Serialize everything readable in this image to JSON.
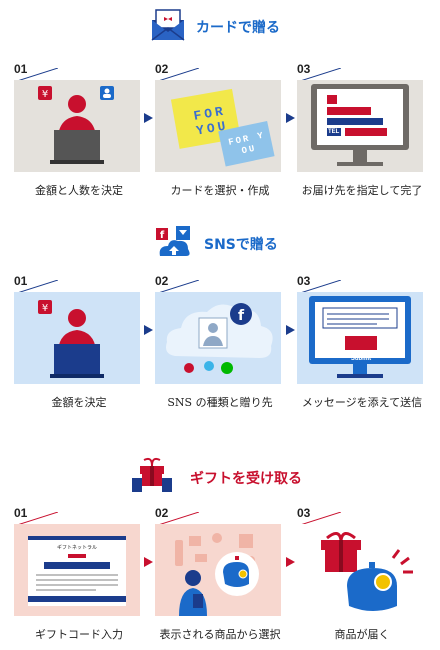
{
  "sections": [
    {
      "title": "カードで贈る",
      "icon": "envelope-icon",
      "accent": "#1b6ac9",
      "steps": [
        {
          "num": "01",
          "caption": "金額と人数を決定"
        },
        {
          "num": "02",
          "caption": "カードを選択・作成"
        },
        {
          "num": "03",
          "caption": "お届け先を指定して完了"
        }
      ],
      "card_text_1": "FOR YOU",
      "card_text_2": "FOR YOU",
      "screen_label": "TEL"
    },
    {
      "title": "SNSで贈る",
      "icon": "sns-share-icon",
      "accent": "#1b6ac9",
      "steps": [
        {
          "num": "01",
          "caption": "金額を決定"
        },
        {
          "num": "02",
          "caption": "SNS の種類と贈り先"
        },
        {
          "num": "03",
          "caption": "メッセージを添えて送信"
        }
      ],
      "submit_label": "Submit"
    },
    {
      "title": "ギフトを受け取る",
      "icon": "gift-receive-icon",
      "accent": "#c8102e",
      "steps": [
        {
          "num": "01",
          "caption": "ギフトコード入力"
        },
        {
          "num": "02",
          "caption": "表示される商品から選択"
        },
        {
          "num": "03",
          "caption": "商品が届く"
        }
      ],
      "ticket_title": "ギフトネットラル"
    }
  ],
  "colors": {
    "blue": "#1b3c8c",
    "light_blue": "#1b6ac9",
    "red": "#c8102e",
    "panel_gray": "#e4e1dc",
    "panel_blue": "#cfe3f7",
    "panel_pink": "#f7d7cf"
  }
}
